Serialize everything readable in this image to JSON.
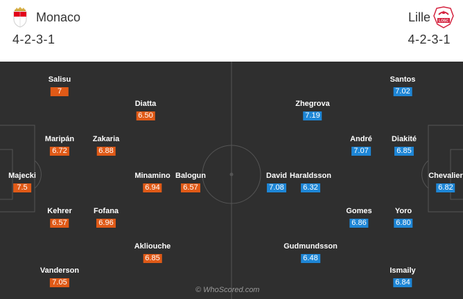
{
  "colors": {
    "home_rating": "#e05a17",
    "away_rating": "#1e86d6",
    "pitch": "#2f2f2f",
    "lines": "#555555"
  },
  "home": {
    "name": "Monaco",
    "formation": "4-2-3-1",
    "crest_icon": "monaco-crest-icon",
    "players": [
      {
        "name": "Salisu",
        "rating": "7"
      },
      {
        "name": "Diatta",
        "rating": "6.50"
      },
      {
        "name": "Maripán",
        "rating": "6.72"
      },
      {
        "name": "Zakaria",
        "rating": "6.88"
      },
      {
        "name": "Majecki",
        "rating": "7.5"
      },
      {
        "name": "Minamino",
        "rating": "6.94"
      },
      {
        "name": "Balogun",
        "rating": "6.57"
      },
      {
        "name": "Kehrer",
        "rating": "6.57"
      },
      {
        "name": "Fofana",
        "rating": "6.96"
      },
      {
        "name": "Akliouche",
        "rating": "6.85"
      },
      {
        "name": "Vanderson",
        "rating": "7.05"
      }
    ]
  },
  "away": {
    "name": "Lille",
    "formation": "4-2-3-1",
    "crest_icon": "lille-crest-icon",
    "crest_text": "LOSC",
    "players": [
      {
        "name": "Santos",
        "rating": "7.02"
      },
      {
        "name": "Zhegrova",
        "rating": "7.19"
      },
      {
        "name": "André",
        "rating": "7.07"
      },
      {
        "name": "Diakité",
        "rating": "6.85"
      },
      {
        "name": "David",
        "rating": "7.08"
      },
      {
        "name": "Haraldsson",
        "rating": "6.32"
      },
      {
        "name": "Chevalier",
        "rating": "6.82"
      },
      {
        "name": "Gomes",
        "rating": "6.86"
      },
      {
        "name": "Yoro",
        "rating": "6.80"
      },
      {
        "name": "Gudmundsson",
        "rating": "6.48"
      },
      {
        "name": "Ismaily",
        "rating": "6.84"
      }
    ]
  },
  "watermark": "© WhoScored.com"
}
